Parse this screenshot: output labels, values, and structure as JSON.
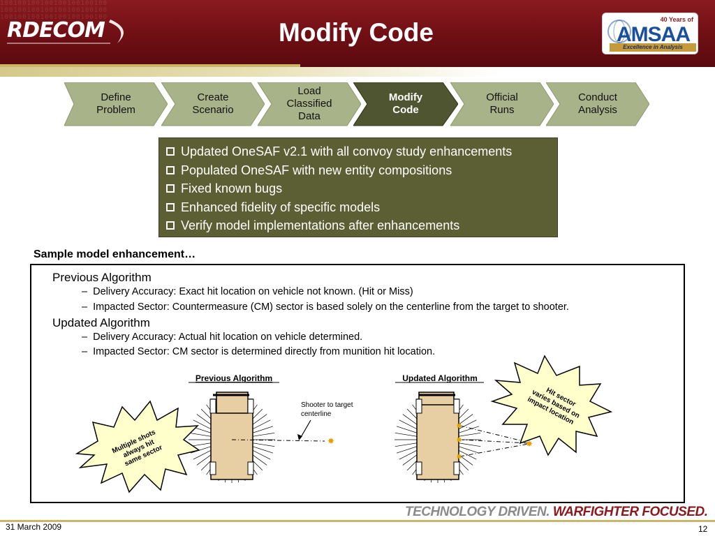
{
  "header": {
    "title": "Modify Code",
    "logo_left": "RDECOM",
    "logo_right": {
      "years": "40 Years of",
      "name": "AMSAA",
      "tagline": "Excellence in Analysis"
    }
  },
  "steps": [
    {
      "label_lines": [
        "Define",
        "Problem"
      ],
      "active": false
    },
    {
      "label_lines": [
        "Create",
        "Scenario"
      ],
      "active": false
    },
    {
      "label_lines": [
        "Load",
        "Classified",
        "Data"
      ],
      "active": false
    },
    {
      "label_lines": [
        "Modify",
        "Code"
      ],
      "active": true
    },
    {
      "label_lines": [
        "Official",
        "Runs"
      ],
      "active": false
    },
    {
      "label_lines": [
        "Conduct",
        "Analysis"
      ],
      "active": false
    }
  ],
  "bullets": [
    "Updated OneSAF v2.1 with all convoy study enhancements",
    "Populated OneSAF with new entity compositions",
    "Fixed known bugs",
    "Enhanced fidelity of specific models",
    "Verify model implementations after enhancements"
  ],
  "sample_heading": "Sample model enhancement…",
  "algorithms": {
    "previous": {
      "title": "Previous Algorithm",
      "items": [
        "Delivery Accuracy: Exact hit location on vehicle not known. (Hit or Miss)",
        "Impacted Sector: Countermeasure (CM) sector is based solely on the centerline from the target to shooter."
      ]
    },
    "updated": {
      "title": "Updated Algorithm",
      "items": [
        "Delivery Accuracy: Actual hit location on vehicle determined.",
        "Impacted Sector: CM sector is determined directly from munition hit location."
      ]
    }
  },
  "diagram": {
    "previous_title": "Previous Algorithm",
    "updated_title": "Updated Algorithm",
    "shooter_label_lines": [
      "Shooter to target",
      "centerline"
    ],
    "burst_left_lines": [
      "Multiple shots",
      "always hit",
      "same sector"
    ],
    "burst_right_lines": [
      "Hit sector",
      "varies based on",
      "impact location"
    ]
  },
  "footer": {
    "date": "31 March 2009",
    "page": "12",
    "tagline_1": "TECHNOLOGY DRIVEN.",
    "tagline_2": "WARFIGHTER FOCUSED."
  },
  "colors": {
    "header_red": "#6e0f14",
    "olive": "#5c5e33",
    "step_green": "#a9b38a",
    "step_active": "#4f5530",
    "burst_yellow": "#ffffcc"
  }
}
